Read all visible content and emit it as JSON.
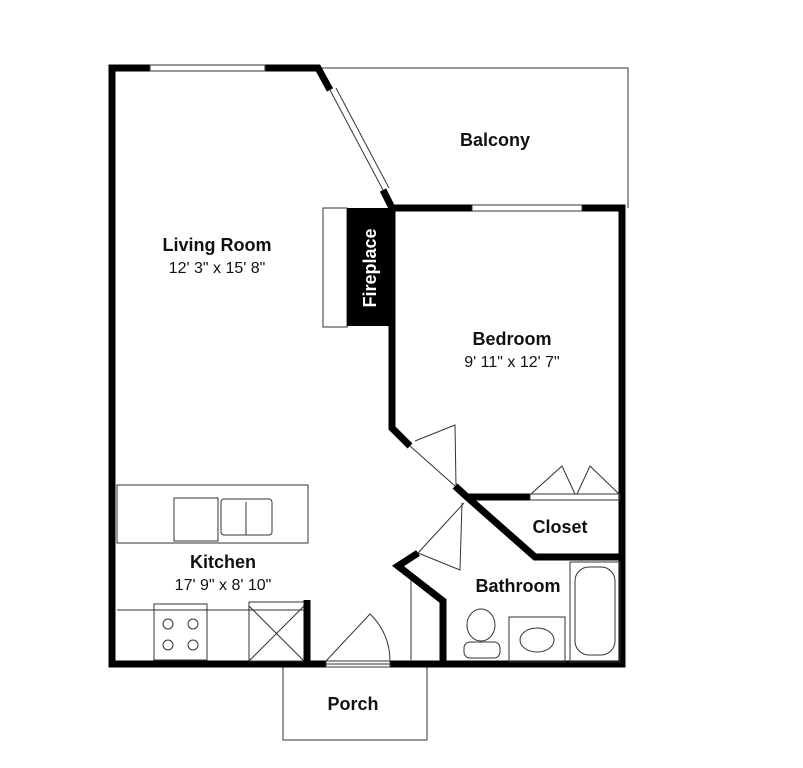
{
  "rooms": {
    "living_room": {
      "name": "Living Room",
      "dimensions": "12' 3\" x 15' 8\""
    },
    "bedroom": {
      "name": "Bedroom",
      "dimensions": "9' 11\" x 12' 7\""
    },
    "kitchen": {
      "name": "Kitchen",
      "dimensions": "17' 9\" x 8' 10\""
    },
    "balcony": {
      "name": "Balcony"
    },
    "closet": {
      "name": "Closet"
    },
    "bathroom": {
      "name": "Bathroom"
    },
    "porch": {
      "name": "Porch"
    }
  },
  "fixtures": {
    "fireplace": "Fireplace"
  }
}
